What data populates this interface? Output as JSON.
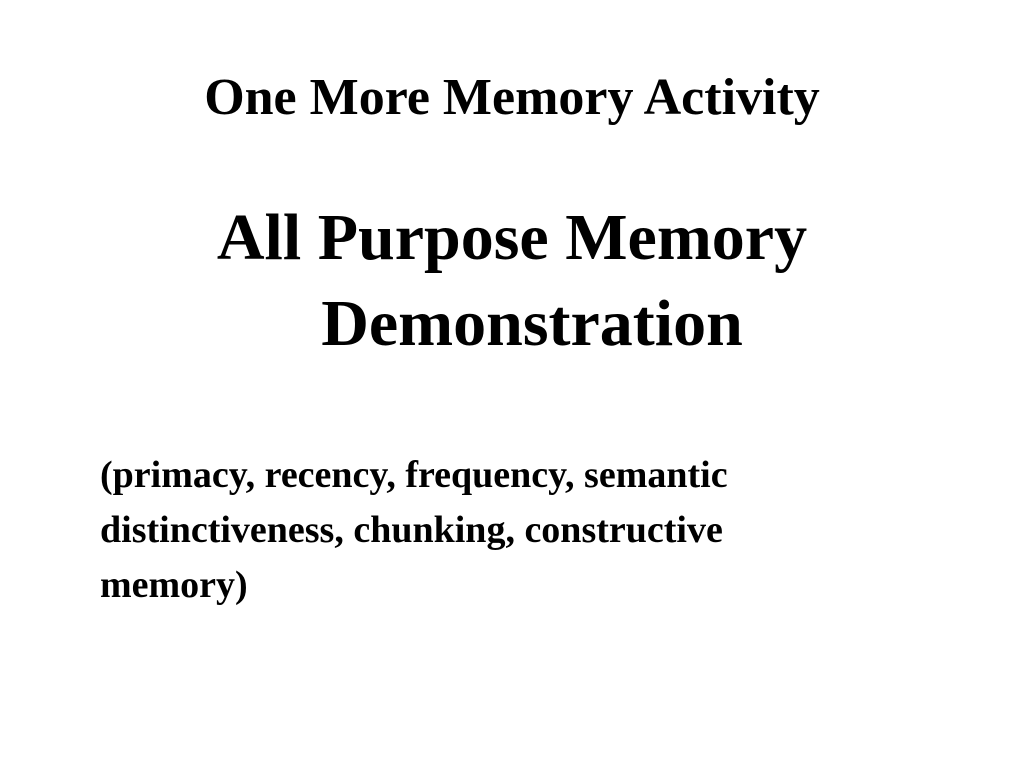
{
  "slide": {
    "title": "One More Memory Activity",
    "subtitle_lines": [
      "All Purpose Memory",
      "Demonstration"
    ],
    "topics_lines": [
      "(primacy, recency, frequency, semantic",
      "distinctiveness, chunking, constructive",
      "memory)"
    ],
    "colors": {
      "background": "#ffffff",
      "text": "#000000"
    }
  }
}
